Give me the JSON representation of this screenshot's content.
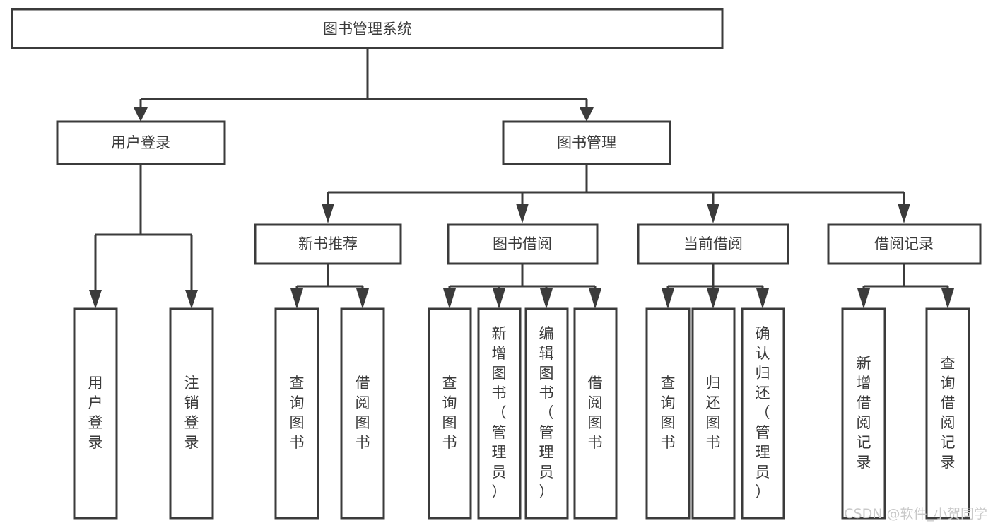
{
  "diagram": {
    "title": "图书管理系统",
    "type": "tree-hierarchy",
    "root": {
      "id": "root",
      "label": "图书管理系统"
    },
    "level1": [
      {
        "id": "user-login",
        "label": "用户登录"
      },
      {
        "id": "book-manage",
        "label": "图书管理"
      }
    ],
    "level2": [
      {
        "id": "new-book-recommend",
        "label": "新书推荐",
        "parent": "book-manage"
      },
      {
        "id": "book-borrow",
        "label": "图书借阅",
        "parent": "book-manage"
      },
      {
        "id": "current-borrow",
        "label": "当前借阅",
        "parent": "book-manage"
      },
      {
        "id": "borrow-record",
        "label": "借阅记录",
        "parent": "book-manage"
      }
    ],
    "leaves": [
      {
        "id": "leaf-user-login",
        "label": "用户登录",
        "parent": "user-login"
      },
      {
        "id": "leaf-user-logout",
        "label": "注销登录",
        "parent": "user-login"
      },
      {
        "id": "leaf-query-book-1",
        "label": "查询图书",
        "parent": "new-book-recommend"
      },
      {
        "id": "leaf-borrow-book-1",
        "label": "借阅图书",
        "parent": "new-book-recommend"
      },
      {
        "id": "leaf-query-book-2",
        "label": "查询图书",
        "parent": "book-borrow"
      },
      {
        "id": "leaf-add-book",
        "label": "新增图书（管理员）",
        "parent": "book-borrow"
      },
      {
        "id": "leaf-edit-book",
        "label": "编辑图书（管理员）",
        "parent": "book-borrow"
      },
      {
        "id": "leaf-borrow-book-2",
        "label": "借阅图书",
        "parent": "book-borrow"
      },
      {
        "id": "leaf-query-book-3",
        "label": "查询图书",
        "parent": "current-borrow"
      },
      {
        "id": "leaf-return-book",
        "label": "归还图书",
        "parent": "current-borrow"
      },
      {
        "id": "leaf-confirm-return",
        "label": "确认归还（管理员）",
        "parent": "current-borrow"
      },
      {
        "id": "leaf-add-record",
        "label": "新增借阅记录",
        "parent": "borrow-record"
      },
      {
        "id": "leaf-query-record",
        "label": "查询借阅记录",
        "parent": "borrow-record"
      }
    ],
    "colors": {
      "line": "#3b3b3b",
      "text": "#3a3a3a",
      "box_fill": "#ffffff",
      "background": "#ffffff",
      "watermark": "#c9c9c9"
    }
  },
  "watermark": {
    "text": "CSDN @软件_小贺同学"
  }
}
